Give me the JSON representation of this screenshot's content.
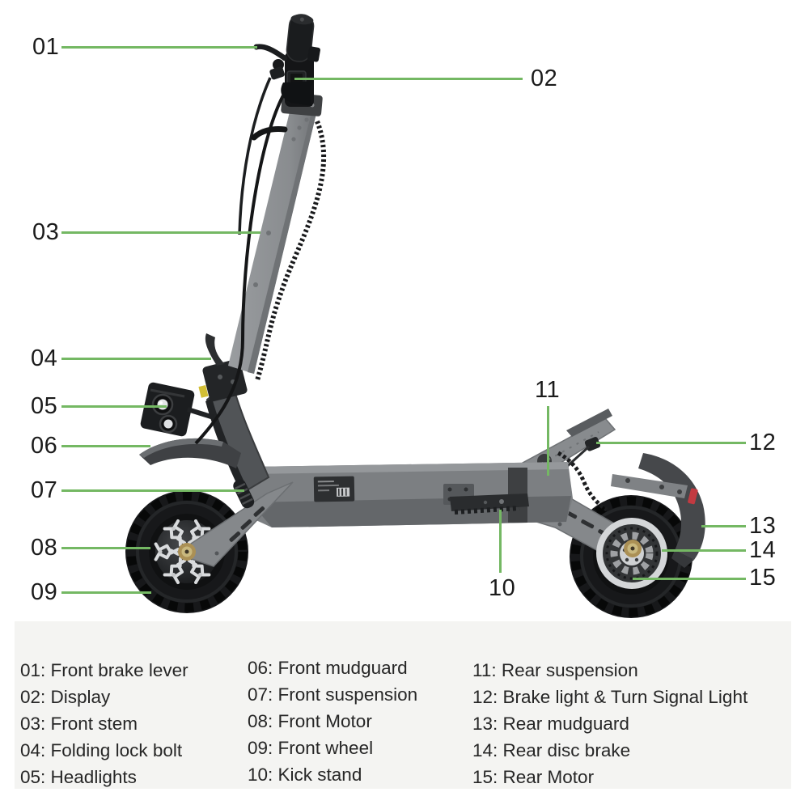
{
  "figure": {
    "type": "product callout diagram",
    "subject": "electric scooter side view with numbered part callouts"
  },
  "colors": {
    "accent_green": "#74b863",
    "label_text": "#1b1b1b",
    "legend_background": "#f4f4f2",
    "legend_text": "#262626",
    "background": "#ffffff"
  },
  "callouts": [
    {
      "id": "01",
      "part": "Front brake lever"
    },
    {
      "id": "02",
      "part": "Display"
    },
    {
      "id": "03",
      "part": "Front stem"
    },
    {
      "id": "04",
      "part": "Folding lock bolt"
    },
    {
      "id": "05",
      "part": "Headlights"
    },
    {
      "id": "06",
      "part": "Front mudguard"
    },
    {
      "id": "07",
      "part": "Front suspension"
    },
    {
      "id": "08",
      "part": "Front Motor"
    },
    {
      "id": "09",
      "part": "Front wheel"
    },
    {
      "id": "10",
      "part": "Kick stand"
    },
    {
      "id": "11",
      "part": "Rear suspension"
    },
    {
      "id": "12",
      "part": "Brake light & Turn Signal Light"
    },
    {
      "id": "13",
      "part": "Rear mudguard"
    },
    {
      "id": "14",
      "part": "Rear disc brake"
    },
    {
      "id": "15",
      "part": "Rear Motor"
    }
  ],
  "legend": {
    "columns": [
      {
        "items": [
          "01: Front brake lever",
          "02: Display",
          "03: Front stem",
          "04: Folding lock bolt",
          "05: Headlights"
        ]
      },
      {
        "items": [
          "06: Front mudguard",
          "07: Front suspension",
          "08: Front Motor",
          "09: Front wheel",
          "10: Kick stand"
        ]
      },
      {
        "items": [
          "11: Rear suspension",
          "12: Brake light & Turn Signal Light",
          "13: Rear mudguard",
          "14: Rear disc brake",
          "15: Rear Motor"
        ]
      }
    ]
  }
}
